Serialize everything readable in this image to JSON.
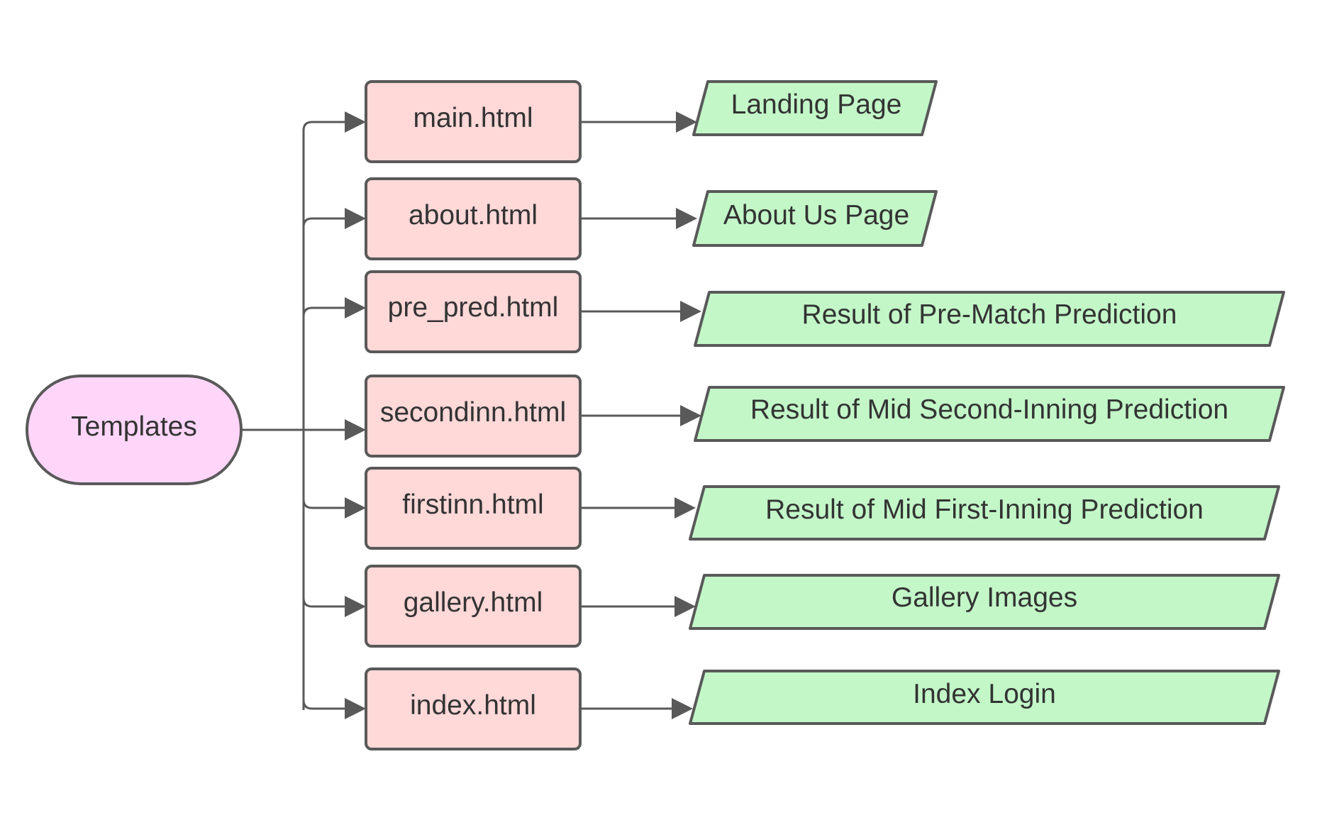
{
  "root": {
    "label": "Templates"
  },
  "templates": [
    {
      "file": "main.html",
      "result": "Landing Page"
    },
    {
      "file": "about.html",
      "result": "About Us Page"
    },
    {
      "file": "pre_pred.html",
      "result": "Result of Pre-Match Prediction"
    },
    {
      "file": "secondinn.html",
      "result": "Result of Mid Second-Inning Prediction"
    },
    {
      "file": "firstinn.html",
      "result": "Result of Mid First-Inning Prediction"
    },
    {
      "file": "gallery.html",
      "result": "Gallery Images"
    },
    {
      "file": "index.html",
      "result": "Index Login"
    }
  ],
  "colors": {
    "root_fill": "#ffd6fa",
    "file_fill": "#ffd8d8",
    "result_fill": "#c3f7c8",
    "stroke": "#595959",
    "text": "#333333"
  }
}
